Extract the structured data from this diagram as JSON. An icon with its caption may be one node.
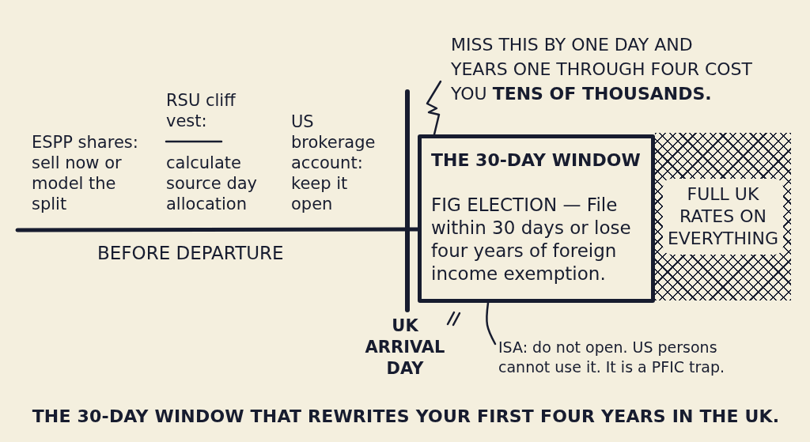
{
  "diagram": {
    "caption": "THE 30-DAY WINDOW THAT REWRITES YOUR FIRST FOUR YEARS IN THE UK.",
    "nodes": [
      {
        "text": [
          "MISS THIS BY ONE DAY AND YEARS ONE THROUGH FOUR COST YOU **TENS OF THOUSANDS.**"
        ]
      },
      {
        "text": [
          "THE 30-DAY WINDOW",
          "FIG ELECTION — File within 30 days or lose four years of foreign income exemption."
        ]
      },
      {
        "text": [
          "FULL UK RATES ON EVERYTHING"
        ]
      },
      {
        "text": [
          "ISA: do not open. US persons cannot use it. It is a PFIC trap."
        ]
      }
    ],
    "edges": [
      {
        "from": 0,
        "to": 1,
        "arrow": "none"
      },
      {
        "from": 3,
        "to": 1,
        "arrow": "none"
      }
    ],
    "labels": [
      "ESPP shares: sell now or model the split",
      "RSU cliff vest:",
      "calculate source day allocation",
      "US brokerage account: keep it open",
      "BEFORE DEPARTURE",
      "UK ARRIVAL DAY"
    ]
  }
}
